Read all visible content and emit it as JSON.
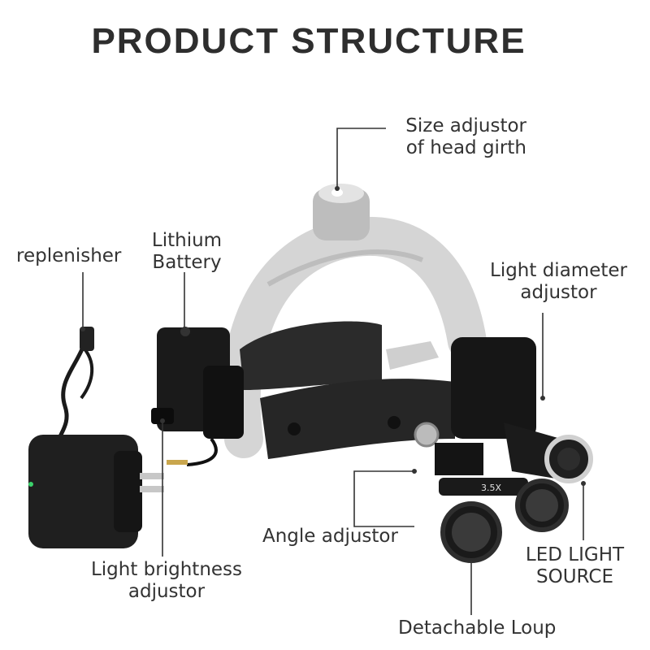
{
  "title": "PRODUCT STRUCTURE",
  "labels": {
    "size_adjustor": [
      "Size adjustor",
      "of head girth"
    ],
    "replenisher": "replenisher",
    "lithium_battery": [
      "Lithium",
      "Battery"
    ],
    "light_diameter_adjustor": [
      "Light diameter",
      "adjustor"
    ],
    "angle_adjustor": "Angle adjustor",
    "light_brightness_adjustor": [
      "Light brightness",
      "adjustor"
    ],
    "led_light_source": [
      "LED LIGHT",
      "SOURCE"
    ],
    "detachable_loup": "Detachable Loup"
  },
  "magnification_mark": "3.5X",
  "colors": {
    "headband": "#d8d8d8",
    "strap": "#2a2a2a",
    "device": "#151515",
    "text": "#333333"
  }
}
